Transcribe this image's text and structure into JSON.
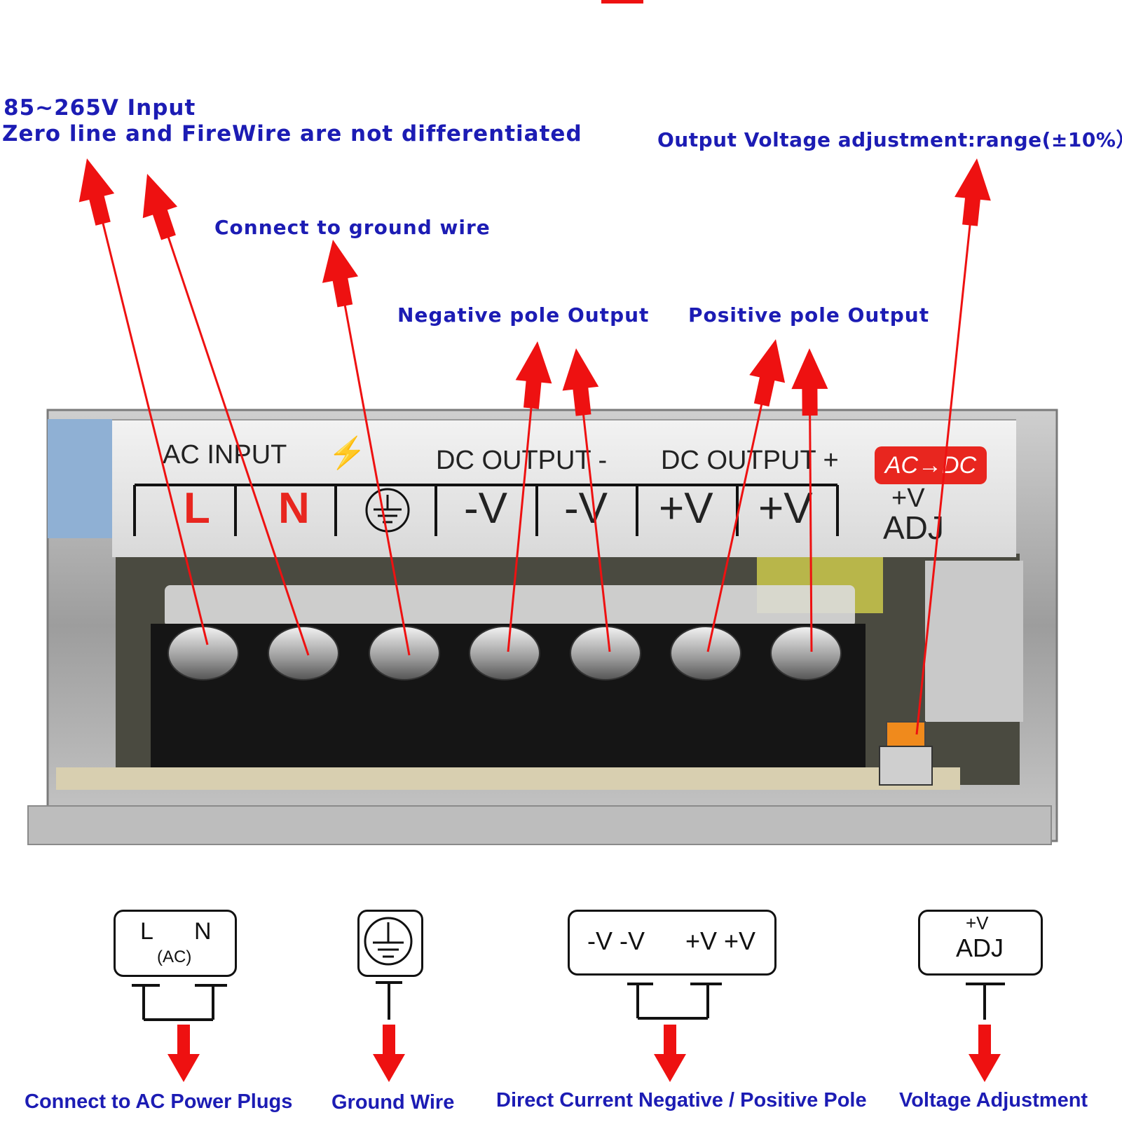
{
  "callouts": {
    "input_line1": "85~265V Input",
    "input_line2": "Zero line and FireWire are not differentiated",
    "ground": "Connect to ground wire",
    "negative": "Negative pole Output",
    "positive": "Positive pole Output",
    "adjust": "Output Voltage adjustment:range(±10%）"
  },
  "label_strip": {
    "ac_input": "AC INPUT",
    "dc_output_neg": "DC OUTPUT -",
    "dc_output_pos": "DC OUTPUT +",
    "badge": "AC→DC",
    "terminals": [
      "L",
      "N",
      "-V",
      "-V",
      "+V",
      "+V"
    ],
    "adj_top": "+V",
    "adj_bottom": "ADJ"
  },
  "legend": {
    "ac_box": {
      "l": "L",
      "n": "N",
      "ac": "(AC)"
    },
    "dc_box": {
      "neg": "-V -V",
      "pos": "+V +V"
    },
    "adj_box": {
      "top": "+V",
      "bottom": "ADJ"
    },
    "captions": {
      "ac": "Connect to AC Power Plugs",
      "ground": "Ground Wire",
      "dc": "Direct Current Negative / Positive Pole",
      "adj": "Voltage Adjustment"
    }
  },
  "colors": {
    "callout_text": "#1c1cb4",
    "arrow": "#ee1111",
    "badge": "#e8261f",
    "terminal_letter": "#e8261f"
  }
}
